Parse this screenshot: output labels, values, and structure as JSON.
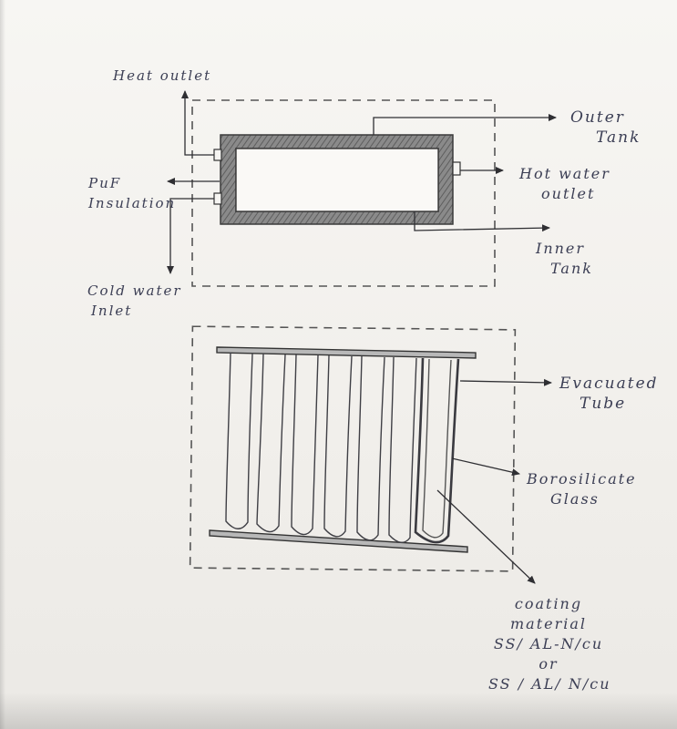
{
  "top_diagram": {
    "heat_outlet_label": "Heat outlet",
    "puf_insulation_label": [
      "PuF",
      "Insulation"
    ],
    "cold_water_inlet_label": [
      "Cold water",
      "Inlet"
    ],
    "outer_tank_label": [
      "Outer",
      "Tank"
    ],
    "hot_water_outlet_label": [
      "Hot water",
      "outlet"
    ],
    "inner_tank_label": [
      "Inner",
      "Tank"
    ]
  },
  "bottom_diagram": {
    "evacuated_tube_label": [
      "Evacuated",
      "Tube"
    ],
    "borosilicate_glass_label": [
      "Borosilicate",
      "Glass"
    ],
    "coating_material_label": [
      "coating",
      "material",
      "SS/ AL-N/cu",
      "or",
      "SS / AL/ N/cu"
    ]
  },
  "colors": {
    "ink": "#3b3e54",
    "pencil": "#555555",
    "paper": "#f4f2ee"
  }
}
